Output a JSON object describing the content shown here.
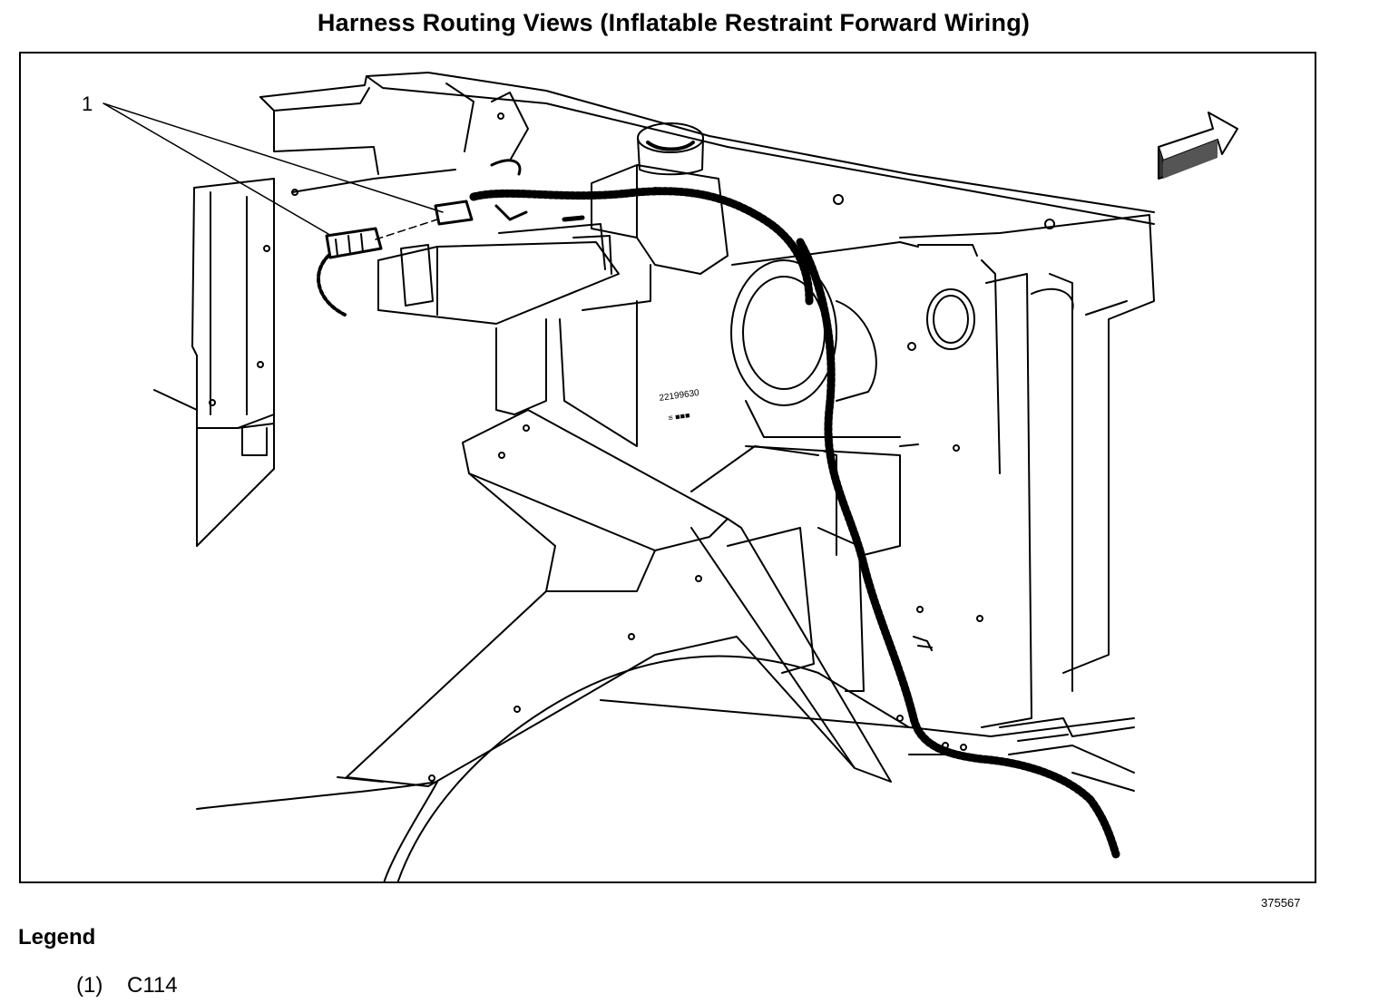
{
  "title": "Harness Routing Views (Inflatable Restraint Forward Wiring)",
  "callout_label": "1",
  "figure_number": "375567",
  "legend": {
    "heading": "Legend",
    "items": [
      {
        "number": "(1)",
        "label": "C114"
      }
    ]
  }
}
